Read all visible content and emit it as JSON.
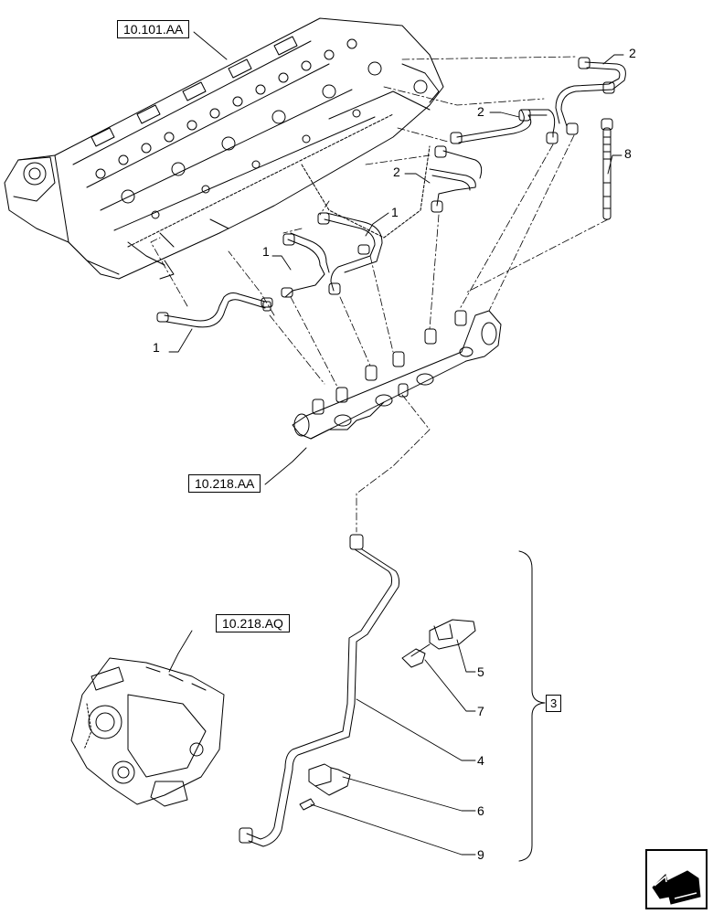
{
  "references": {
    "cylinder_head": "10.101.AA",
    "fuel_rail": "10.218.AA",
    "injection_pump": "10.218.AQ"
  },
  "callouts": {
    "pipe_1a": "1",
    "pipe_1b": "1",
    "pipe_1c": "1",
    "pipe_2a": "2",
    "pipe_2b": "2",
    "pipe_2c": "2",
    "clamp": "5",
    "bolt_7": "7",
    "supply_pipe": "4",
    "bracket": "6",
    "screw_9": "9",
    "stud": "8"
  },
  "group": "3",
  "icons": {
    "navigation": "next-page-arrow-icon"
  }
}
